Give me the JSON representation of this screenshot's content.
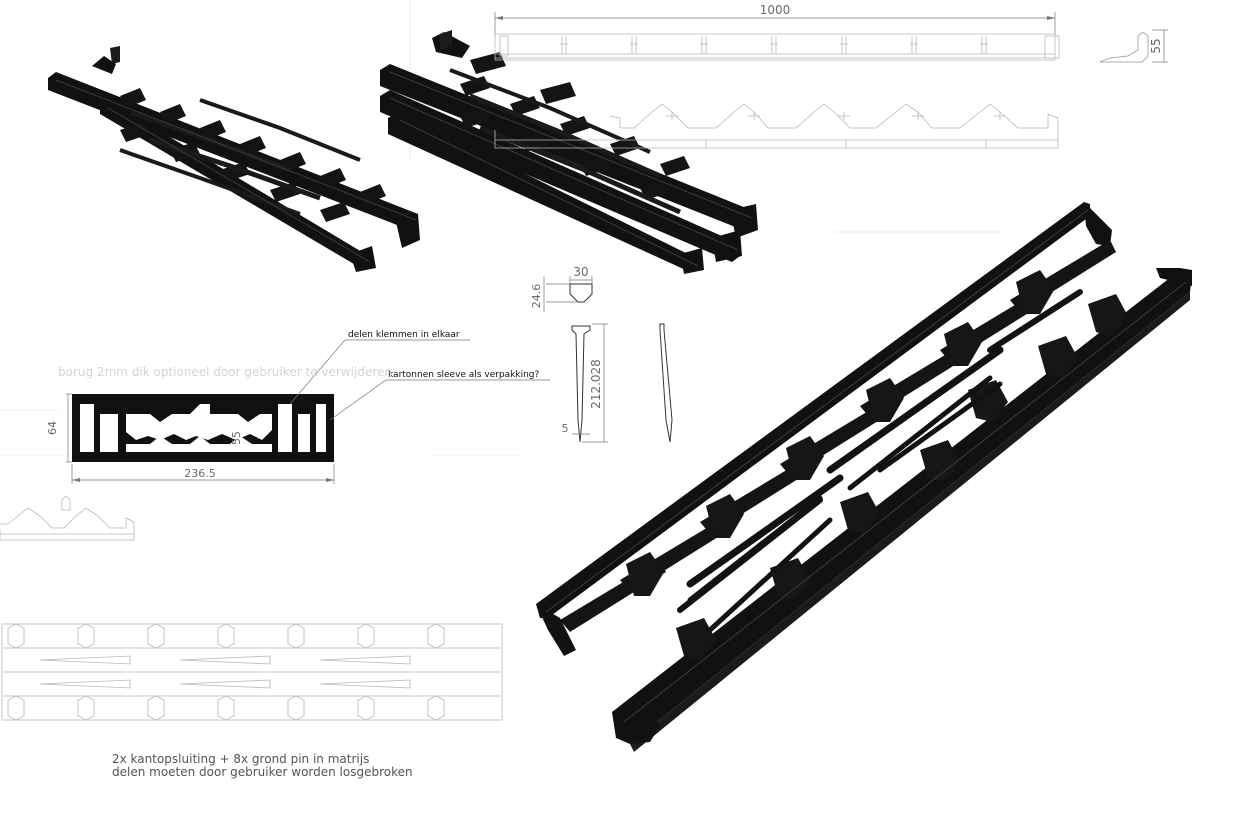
{
  "labels": {
    "dim_length": "1000",
    "dim_height_end": "55",
    "dim_pin_head_width": "30",
    "dim_pin_head_height": "24.6",
    "dim_pin_length": "212.028",
    "dim_pin_tip": "5",
    "dim_section_height": "64",
    "dim_section_inner": "55",
    "dim_section_width": "236.5",
    "note_clamp": "delen klemmen in elkaar",
    "note_sleeve": "kartonnen sleeve als verpakking?",
    "faint_text": "borug 2mm dik optioneel door gebruiker te verwijderen",
    "caption_line1": "2x kantopsluiting + 8x grond pin in matrijs",
    "caption_line2": "delen moeten door gebruiker worden losgebroken"
  },
  "colors": {
    "product": "#111111",
    "drawing_line": "#b9b9b9",
    "dimension_text": "#6a6a6a",
    "note_text": "#111111",
    "faint_text": "#d0d4de"
  }
}
